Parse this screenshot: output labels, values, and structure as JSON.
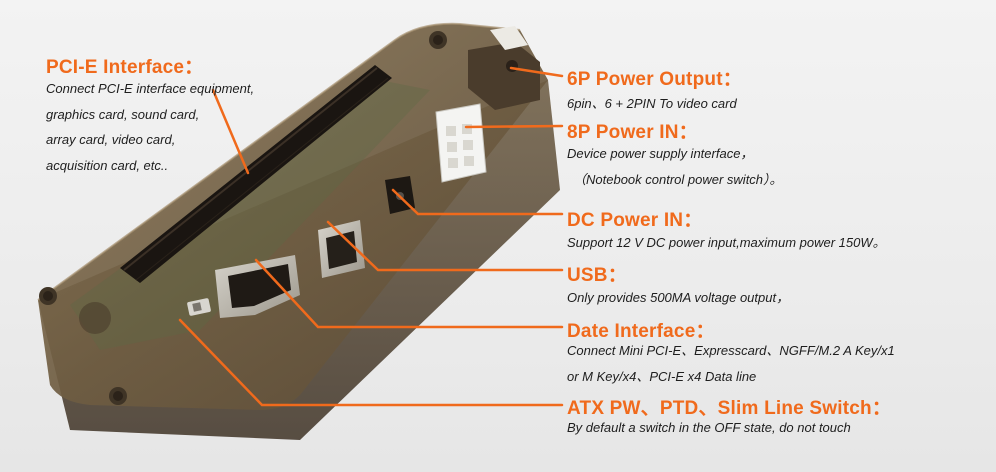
{
  "accent_color": "#f06a1c",
  "callouts": {
    "pcie": {
      "title": "PCI-E Interface：",
      "lines": [
        "Connect PCI-E interface equipment,",
        "graphics card, sound card,",
        "array card, video card,",
        "acquisition card, etc.."
      ]
    },
    "power6p": {
      "title": "6P Power Output：",
      "desc": "6pin、6 + 2PIN To video card"
    },
    "power8p": {
      "title": "8P Power IN：",
      "lines": [
        "Device power supply interface，",
        "（Notebook control power switch）。"
      ]
    },
    "dc": {
      "title": "DC Power IN：",
      "desc": "Support 12 V DC power input,maximum power 150W。"
    },
    "usb": {
      "title": "USB：",
      "desc": "Only provides 500MA voltage output，"
    },
    "date": {
      "title": "Date Interface：",
      "lines": [
        "Connect Mini PCI-E、Expresscard、NGFF/M.2  A Key/x1",
        "or M Key/x4、PCI-E x4 Data line"
      ]
    },
    "atx": {
      "title": "ATX PW、PTD、Slim Line Switch：",
      "desc": "By default a switch in the OFF state, do not touch"
    }
  }
}
